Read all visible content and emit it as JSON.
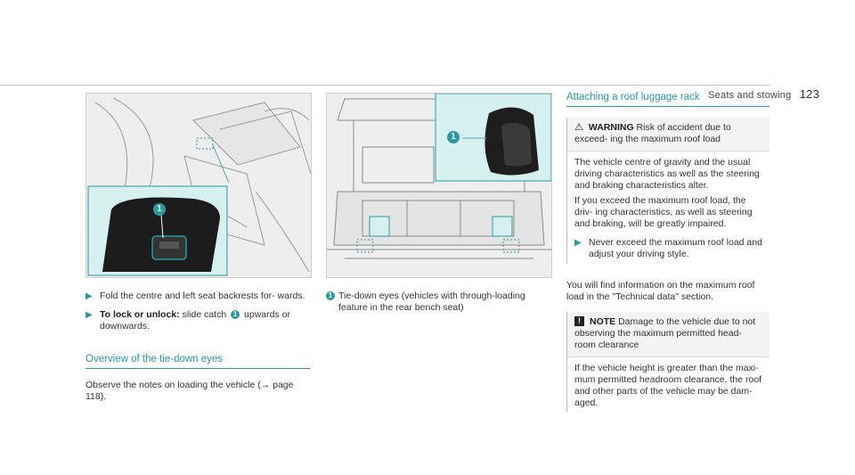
{
  "header": {
    "section": "Seats and stowing",
    "page_number": "123"
  },
  "figure1": {
    "callout": "1"
  },
  "figure2": {
    "callout": "1"
  },
  "left_column": {
    "steps": [
      {
        "text": "Fold the centre and left seat backrests for- wards."
      },
      {
        "bold": "To lock or unlock:",
        "text_a": " slide catch ",
        "ref": "1",
        "text_b": " upwards or downwards."
      }
    ],
    "section_title": "Overview of the tie-down eyes",
    "body": "Observe the notes on loading the vehicle (→ page 118)."
  },
  "middle_column": {
    "legend_num": "1",
    "legend_text": "Tie-down eyes (vehicles with through-loading feature in the rear bench seat)"
  },
  "right_column": {
    "section_title": "Attaching a roof luggage rack",
    "warning": {
      "label": "WARNING",
      "head_text": " Risk of accident due to exceed- ing the maximum roof load",
      "para1": "The vehicle centre of gravity and the usual driving characteristics as well as the steering and braking characteristics alter.",
      "para2": "If you exceed the maximum roof load, the driv- ing characteristics, as well as steering and braking, will be greatly impaired.",
      "step": "Never exceed the maximum roof load and adjust your driving style."
    },
    "info": "You will find information on the maximum roof load in the \"Technical data\" section.",
    "note": {
      "label": "NOTE",
      "head_text": " Damage to the vehicle due to not observing the maximum permitted head- room clearance",
      "para": "If the vehicle height is greater than the maxi- mum permitted headroom clearance, the roof and other parts of the vehicle may be dam- aged."
    }
  }
}
